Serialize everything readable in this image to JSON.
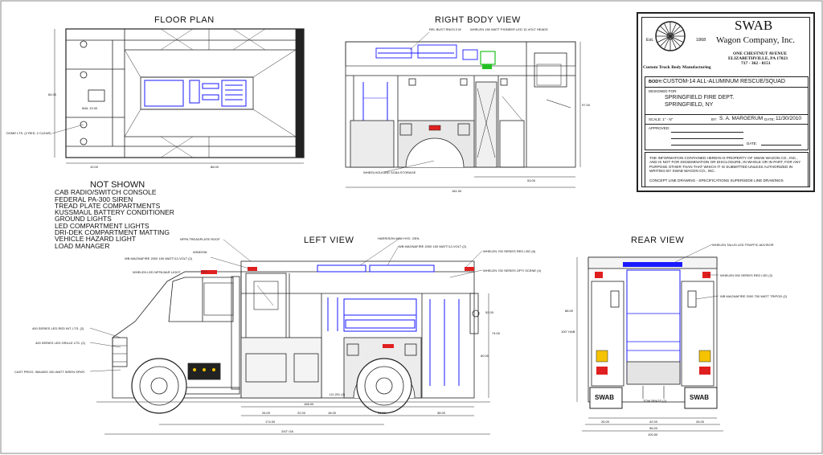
{
  "titles": {
    "floor_plan": "FLOOR PLAN",
    "right_body_view": "RIGHT BODY VIEW",
    "left_view": "LEFT VIEW",
    "rear_view": "REAR VIEW"
  },
  "title_block": {
    "company": "SWAB",
    "company_line2": "Wagon Company, Inc.",
    "est": "Est.",
    "year": "1868",
    "address1": "ONE CHESTNUT AVENUE",
    "address2": "ELIZABETHVILLE, PA  17023",
    "phone": "717 - 362 - 8151",
    "tagline": "Custom Truck Body Manufacturing",
    "body_label": "BODY:",
    "body_value": "CUSTOM-14 ALL-ALUMINUM RESCUE/SQUAD",
    "designed_for_label": "DESIGNED FOR:",
    "designed_for_1": "SPRINGFIELD FIRE DEPT.",
    "designed_for_2": "SPRINGFIELD, NY",
    "scale": "SCALE: 1\" - N\"",
    "by_label": "BY:",
    "by_value": "S. A. MARGERUM",
    "date_label": "DATE:",
    "date_value": "11/30/2010",
    "approved": "APPROVED:",
    "date2": "DATE:",
    "notice": "THE INFORMATION CONTAINED HEREIN IS PROPERTY OF SWAB WAGON CO., INC., AND IS NOT FOR DISSEMINATION OR DISCLOSURE, IN WHOLE OR IN PART, FOR ANY PURPOSE OTHER THAN THAT WHICH IT IS SUBMITTED UNLESS AUTHORIZED IN WRITING BY SWAB WAGON CO., INC.",
    "concept": "CONCEPT LINE DRAWING - SPECIFICATIONS SUPERSEDE LINE DRAWINGS"
  },
  "not_shown": {
    "heading": "NOT SHOWN",
    "items": [
      "CAB RADIO/SWITCH CONSOLE",
      "FEDERAL PA-300 SIREN",
      "TREAD PLATE COMPARTMENTS",
      "KUSSMAUL BATTERY CONDITIONER",
      "GROUND LIGHTS",
      "LED COMPARTMENT LIGHTS",
      "DRI-DEK COMPARTMENT MATTING",
      "VEHICLE HAZARD LIGHT",
      "LOAD MANAGER"
    ]
  },
  "callouts": {
    "done_lts": "DOME LTS. (2 RED, 2 CLEAR)",
    "mal": "MAL 13.00",
    "fp_dim_left": "84.00",
    "fp_dim_b1": "10.00",
    "fp_dim_b2": "88.00",
    "rb_top": "WHELEN 150 WATT PIONEER LED 12-VOLT HEADS",
    "rb_top2": "REL BUST RNG3.3 W",
    "rb_dim_right": "97.00",
    "rb_wheel": "WHEELHOUSING SCBA STORAGE",
    "rb_dim_b1": "53.00",
    "rb_dim_b2": "181.00",
    "lv_nfpa_roof": "NFPA TREADPLATE ROOF",
    "lv_window": "WINDOW",
    "lv_whelen_nfpa": "WHELEN LED NFPA BAR LIGHT",
    "lv_magnafire": "WB MAGNAFIRE 2000 150 WATT/12-VOLT (2)",
    "lv_harrison": "HARRISON 6KW HYD. GEN.",
    "lv_magnafire2": "WB MAGNAFIRE 2000 150 WATT/12-VOLT (2)",
    "lv_whelen700": "WHELEN 700 SERIES RED LED (6)",
    "lv_whelen700b": "WHELEN 700 SERIES OPTI SCENE (4)",
    "lv_400": "400 SERIES LED RED INT. LTS. (2)",
    "lv_400b": "400 SERIES LED GRILLE LTS. (2)",
    "lv_cast": "CAST PROG. 95A4300 100-WATT SIREN SPKR.",
    "lv_ld": "LD-201 (2)",
    "lv_dim_total": "243\" OA",
    "lv_dim_wb": "174.00",
    "lv_dim_body": "168.00",
    "lv_dim_1": "26.00",
    "lv_dim_2": "22.00",
    "lv_dim_3": "18.00",
    "lv_dim_4": "38.00",
    "lv_dim_5": "36.00",
    "lv_dim_h1": "52.00",
    "lv_dim_h2": "74.00",
    "lv_dim_h3": "60.00",
    "rv_talus": "WHELEN TALUS LED TRAFFIC ADVISOR",
    "rv_whelen900": "WHELEN 900 SERIES RED LED (2)",
    "rv_magnafire": "WB MAGNAFIRE 2000 750 WATT TRIPOD (2)",
    "rv_tow": "TOW RINGS (2)",
    "rv_dim_left": "88.00",
    "rv_dim_left2": "100\" HAB",
    "rv_dim_b1": "26.00",
    "rv_dim_b2": "42.00",
    "rv_dim_b3": "26.00",
    "rv_dim_b4": "96.00",
    "rv_dim_b5": "100.50",
    "rv_swab": "SWAB"
  },
  "colors": {
    "accent_blue": "#1a1aff",
    "light_red": "#e02020",
    "amber": "#f5c300",
    "green_box": "#22c022"
  }
}
